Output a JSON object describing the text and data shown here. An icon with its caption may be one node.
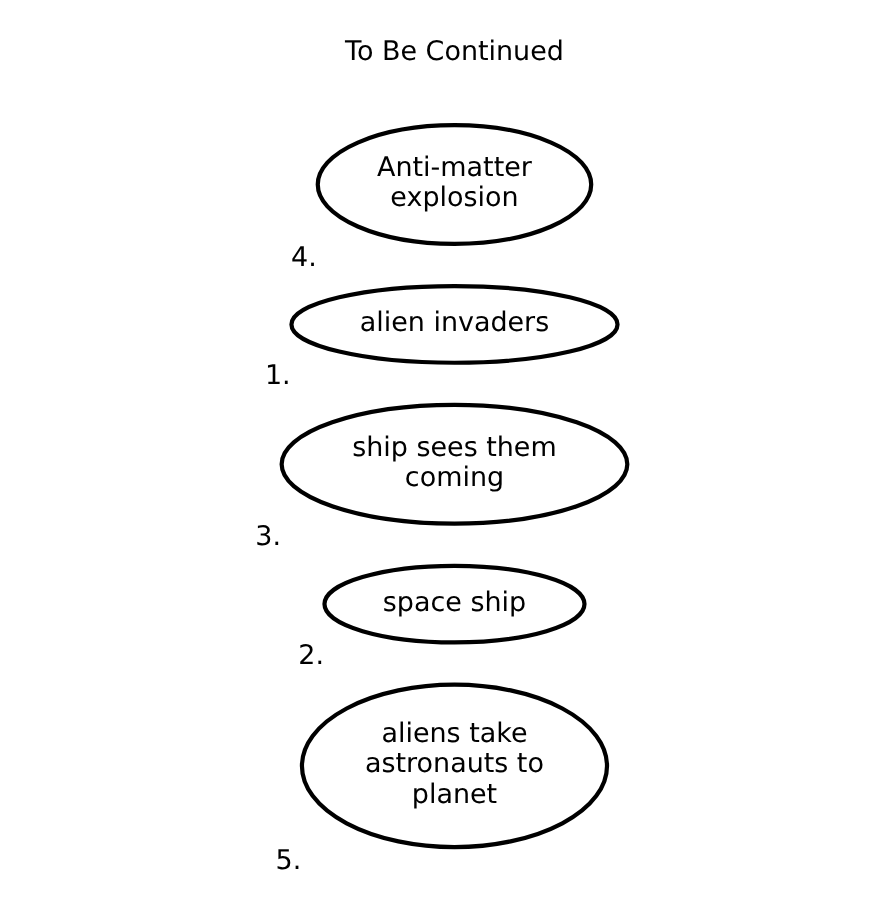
{
  "diagram": {
    "nodes": [
      {
        "text": [
          "aliens take astronauts to planet"
        ],
        "beside": [
          "5."
        ]
      },
      {
        "text": [
          "space ship"
        ],
        "beside": [
          "2."
        ]
      },
      {
        "text": [
          "ship sees them coming"
        ],
        "beside": [
          "3."
        ]
      },
      {
        "text": [
          "alien invaders"
        ],
        "beside": [
          "1."
        ]
      },
      {
        "text": [
          "Anti-matter explosion"
        ],
        "beside": [
          "4."
        ]
      }
    ],
    "labels": [
      "To Be Continued"
    ]
  }
}
